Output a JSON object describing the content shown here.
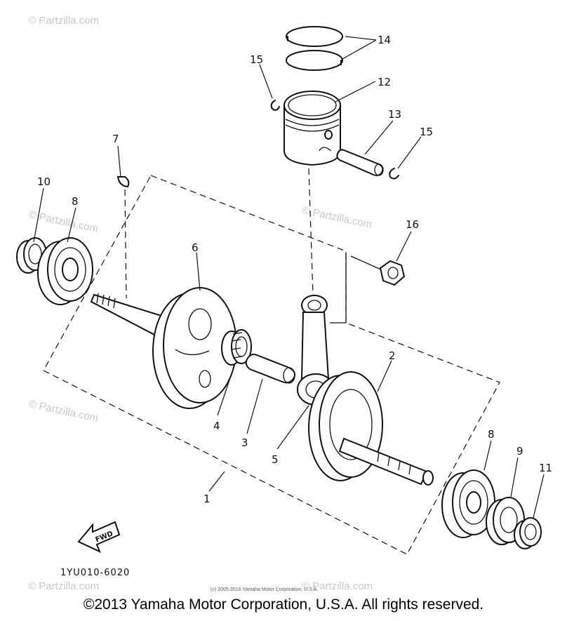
{
  "diagram": {
    "parts": [
      {
        "number": "1"
      },
      {
        "number": "2"
      },
      {
        "number": "3"
      },
      {
        "number": "4"
      },
      {
        "number": "5"
      },
      {
        "number": "6"
      },
      {
        "number": "7"
      },
      {
        "number": "8"
      },
      {
        "number": "8"
      },
      {
        "number": "9"
      },
      {
        "number": "10"
      },
      {
        "number": "11"
      },
      {
        "number": "12"
      },
      {
        "number": "13"
      },
      {
        "number": "14"
      },
      {
        "number": "15"
      },
      {
        "number": "15"
      },
      {
        "number": "16"
      }
    ],
    "fwd_label": "FWD",
    "diagram_code": "1YU010-6020",
    "small_copyright": "(c) 2005-2016 Yamaha Motor Corporation, U.S.A.",
    "watermark": "© Partzilla.com"
  },
  "footer": {
    "copyright": "©2013 Yamaha Motor Corporation, U.S.A. All rights reserved."
  }
}
